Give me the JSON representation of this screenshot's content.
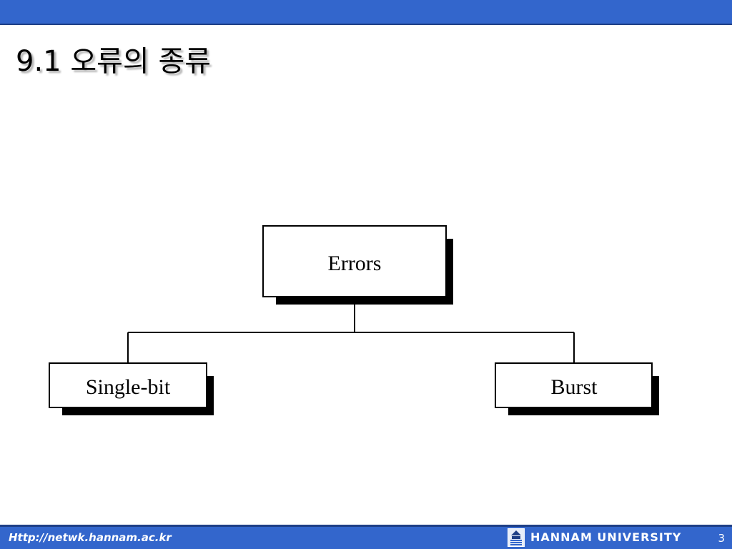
{
  "slide": {
    "title": "9.1 오류의 종류"
  },
  "diagram": {
    "root": {
      "label": "Errors"
    },
    "children": [
      {
        "label": "Single-bit"
      },
      {
        "label": "Burst"
      }
    ]
  },
  "footer": {
    "url": "Http://netwk.hannam.ac.kr",
    "brand": "HANNAM  UNIVERSITY",
    "page_number": "3"
  },
  "colors": {
    "bar": "#3366cc",
    "bar_border": "#1f3f86",
    "box_shadow": "#000000",
    "box_border": "#000000",
    "title_shadow": "#b5b5b5"
  },
  "icons": {
    "logo": "university-logo-icon"
  }
}
